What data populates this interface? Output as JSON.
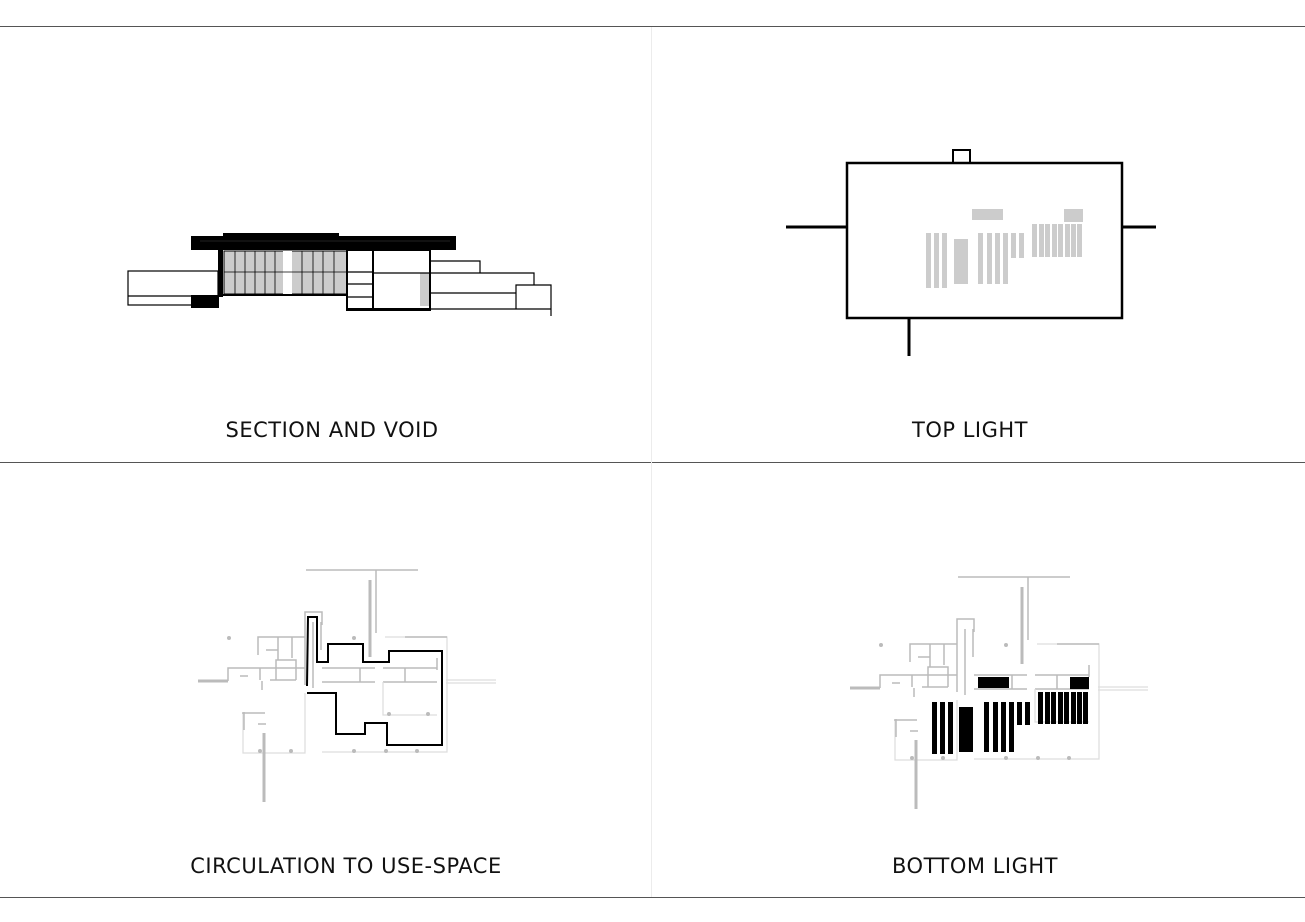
{
  "panels": [
    {
      "title": "SECTION AND VOID"
    },
    {
      "title": "TOP LIGHT"
    },
    {
      "title": "CIRCULATION TO USE-SPACE"
    },
    {
      "title": "BOTTOM LIGHT"
    }
  ],
  "colors": {
    "line": "#000000",
    "light": "#cccccc",
    "plan": "#bbbbbb"
  }
}
